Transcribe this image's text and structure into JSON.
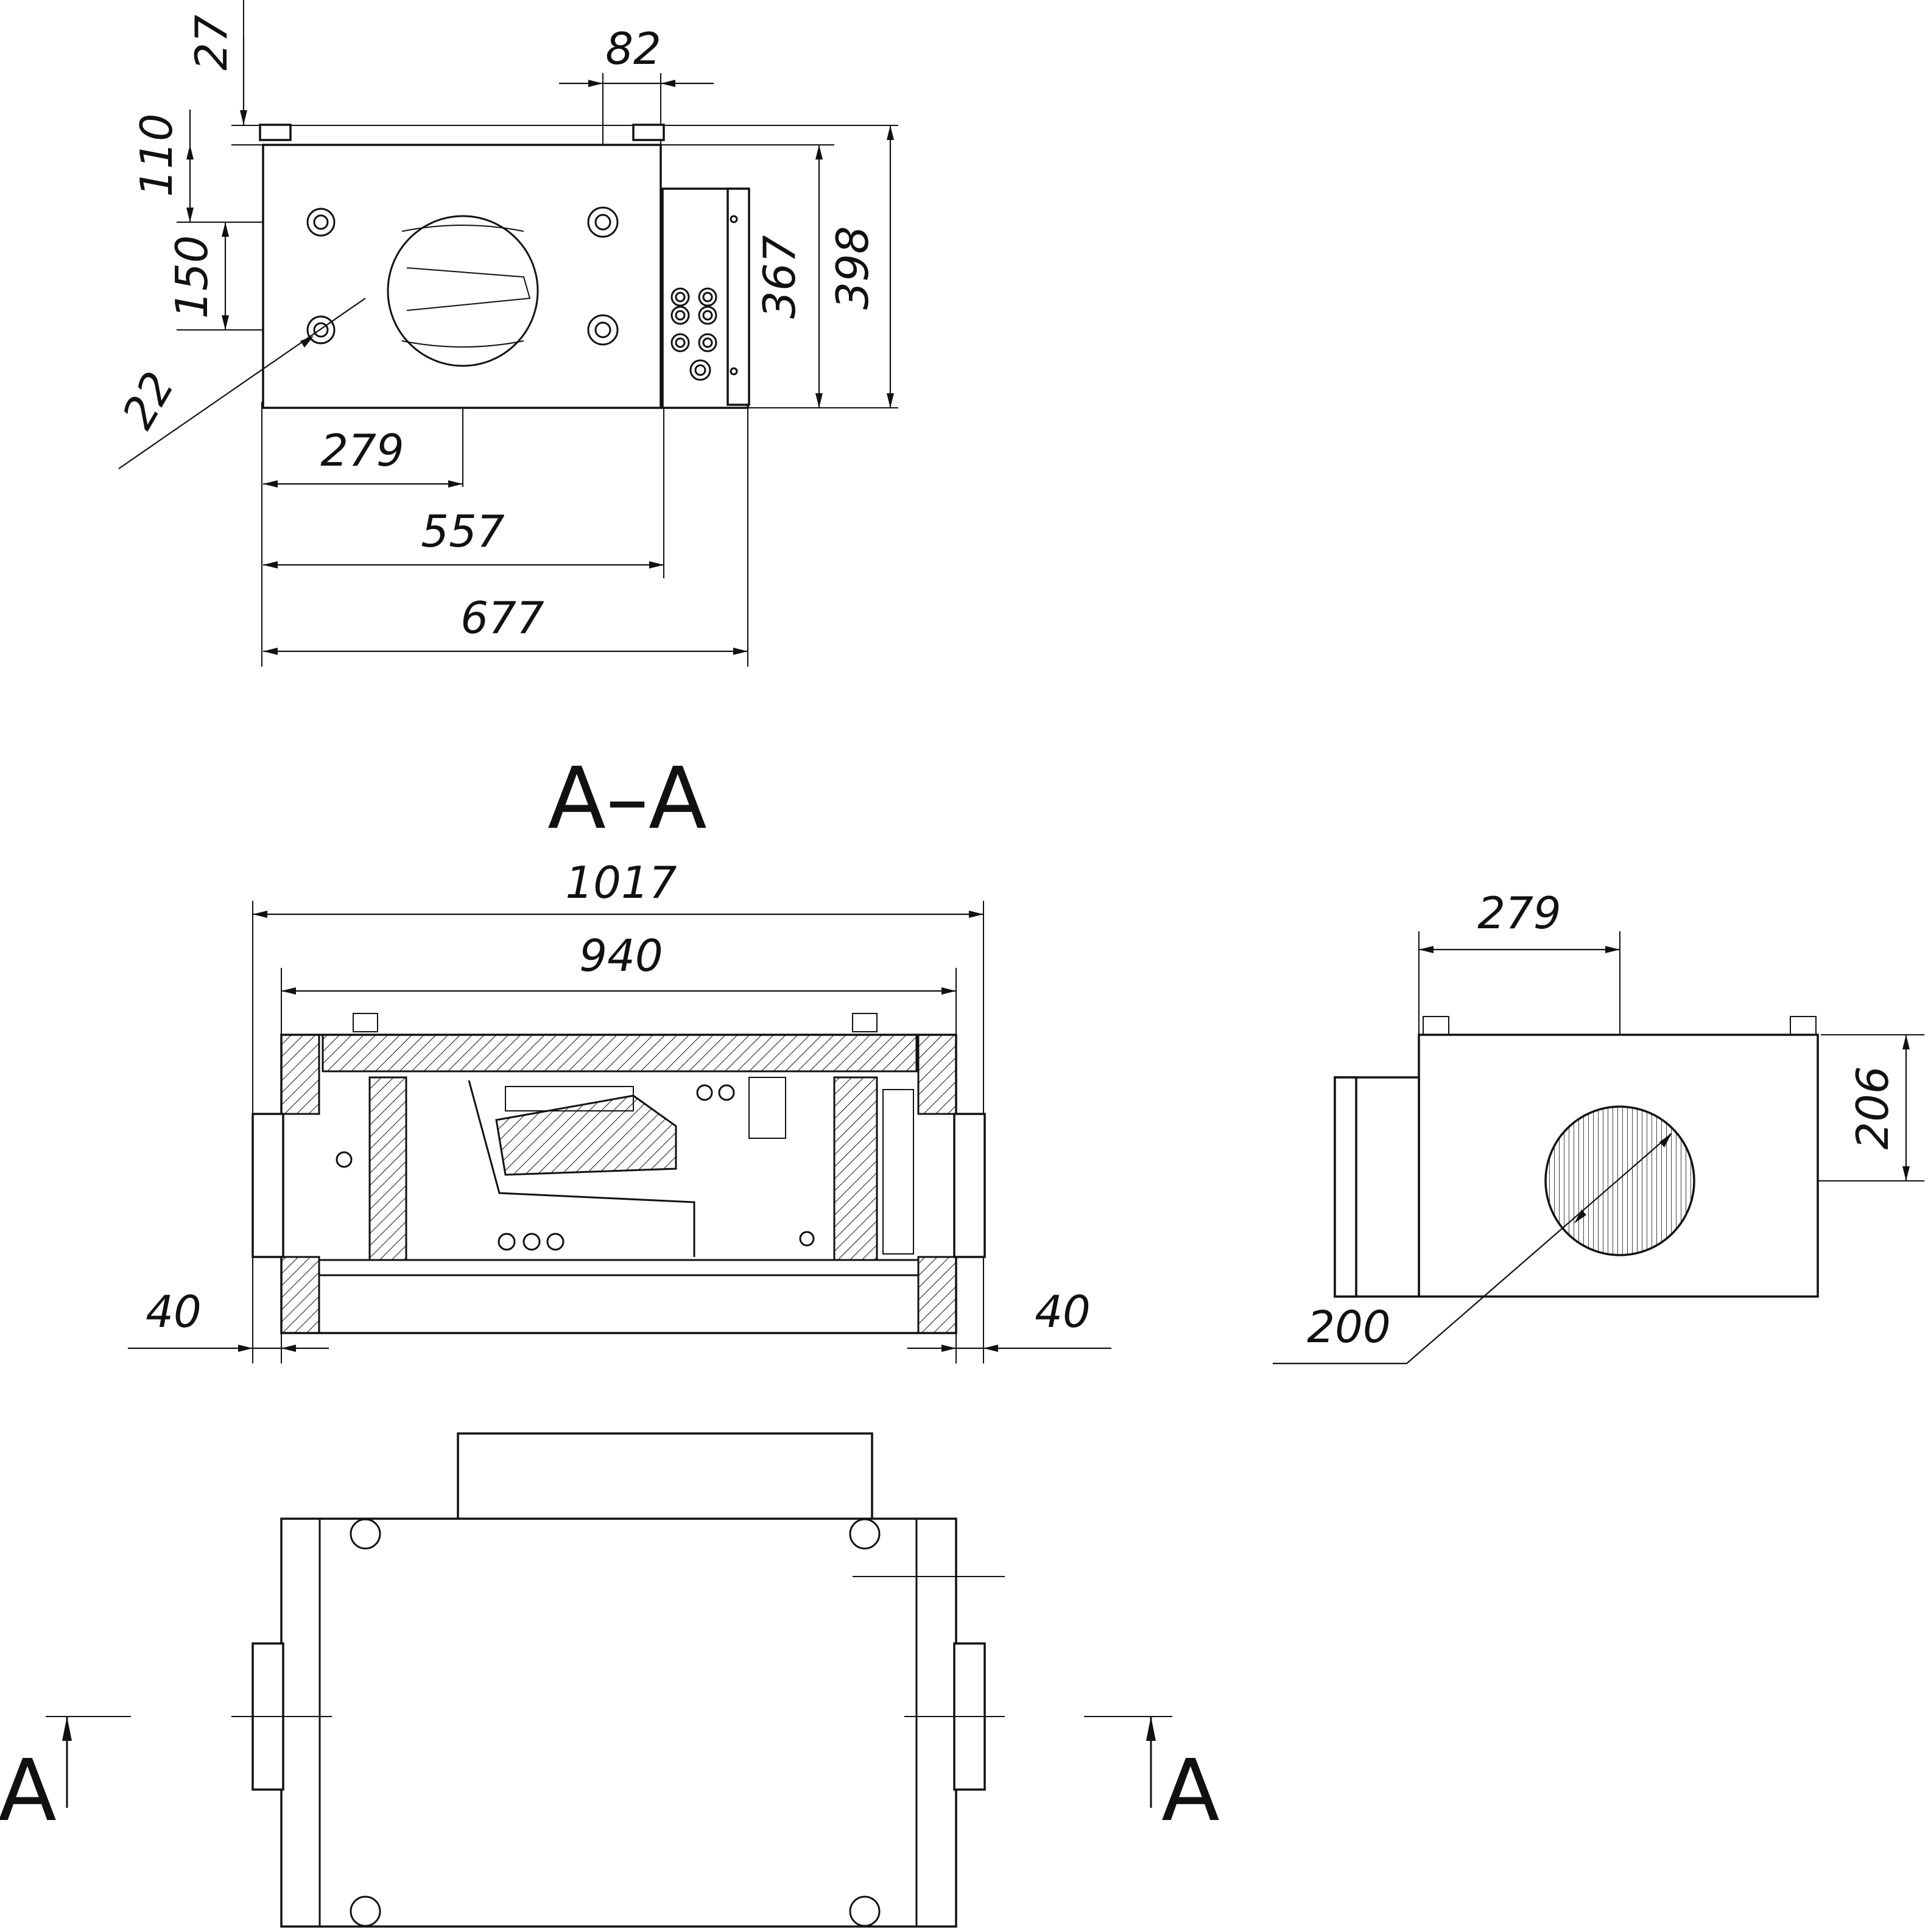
{
  "top_view": {
    "dims": {
      "d27": "27",
      "d82": "82",
      "d110": "110",
      "d150": "150",
      "d22": "22",
      "d367": "367",
      "d398": "398",
      "d279": "279",
      "d557": "557",
      "d677": "677"
    }
  },
  "section": {
    "title": "A–A",
    "dims": {
      "d1017": "1017",
      "d940": "940",
      "d40_left": "40",
      "d40_right": "40"
    }
  },
  "side_view": {
    "dims": {
      "d279": "279",
      "d206": "206",
      "d200": "200"
    }
  },
  "bottom_view": {
    "cut_marker_left": "A",
    "cut_marker_right": "A"
  }
}
